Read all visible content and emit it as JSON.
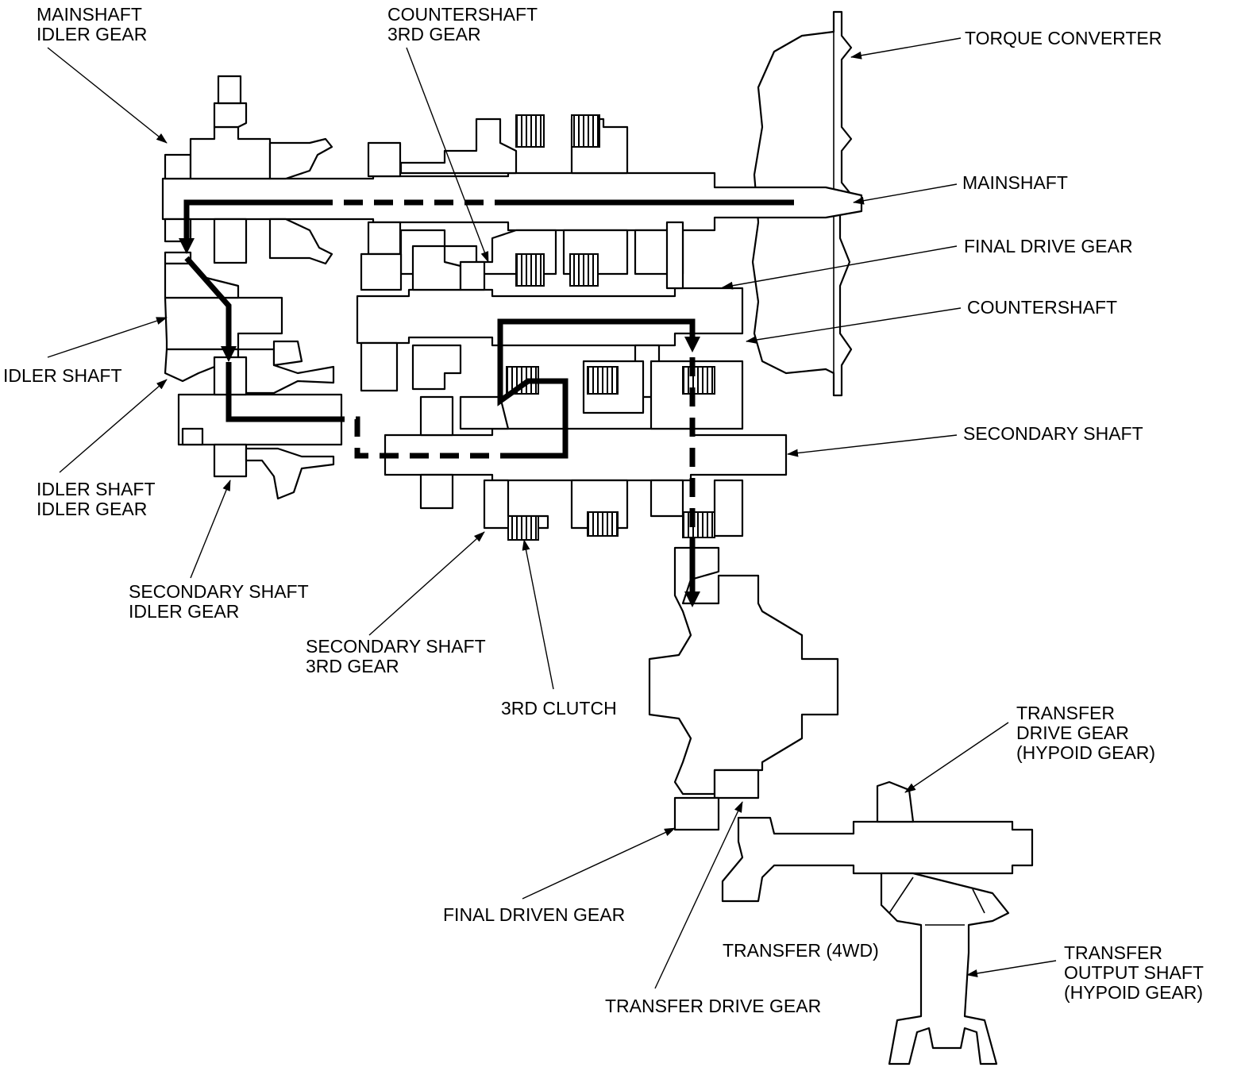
{
  "labels": {
    "mainshaft_idler_gear": [
      "MAINSHAFT",
      "IDLER GEAR"
    ],
    "countershaft_3rd_gear": [
      "COUNTERSHAFT",
      "3RD GEAR"
    ],
    "torque_converter": [
      "TORQUE CONVERTER"
    ],
    "mainshaft": [
      "MAINSHAFT"
    ],
    "final_drive_gear": [
      "FINAL DRIVE GEAR"
    ],
    "countershaft": [
      "COUNTERSHAFT"
    ],
    "idler_shaft": [
      "IDLER SHAFT"
    ],
    "secondary_shaft": [
      "SECONDARY SHAFT"
    ],
    "idler_shaft_idler_gear": [
      "IDLER SHAFT",
      "IDLER GEAR"
    ],
    "secondary_shaft_idler_gear": [
      "SECONDARY SHAFT",
      "IDLER GEAR"
    ],
    "secondary_shaft_3rd_gear": [
      "SECONDARY SHAFT",
      "3RD GEAR"
    ],
    "third_clutch": [
      "3RD CLUTCH"
    ],
    "transfer_drive_gear_hypoid": [
      "TRANSFER",
      "DRIVE GEAR",
      "(HYPOID GEAR)"
    ],
    "final_driven_gear": [
      "FINAL DRIVEN GEAR"
    ],
    "transfer_4wd": [
      "TRANSFER (4WD)"
    ],
    "transfer_drive_gear": [
      "TRANSFER DRIVE GEAR"
    ],
    "transfer_output_shaft": [
      "TRANSFER",
      "OUTPUT SHAFT",
      "(HYPOID GEAR)"
    ]
  },
  "line_color": "#000000",
  "background": "#ffffff"
}
